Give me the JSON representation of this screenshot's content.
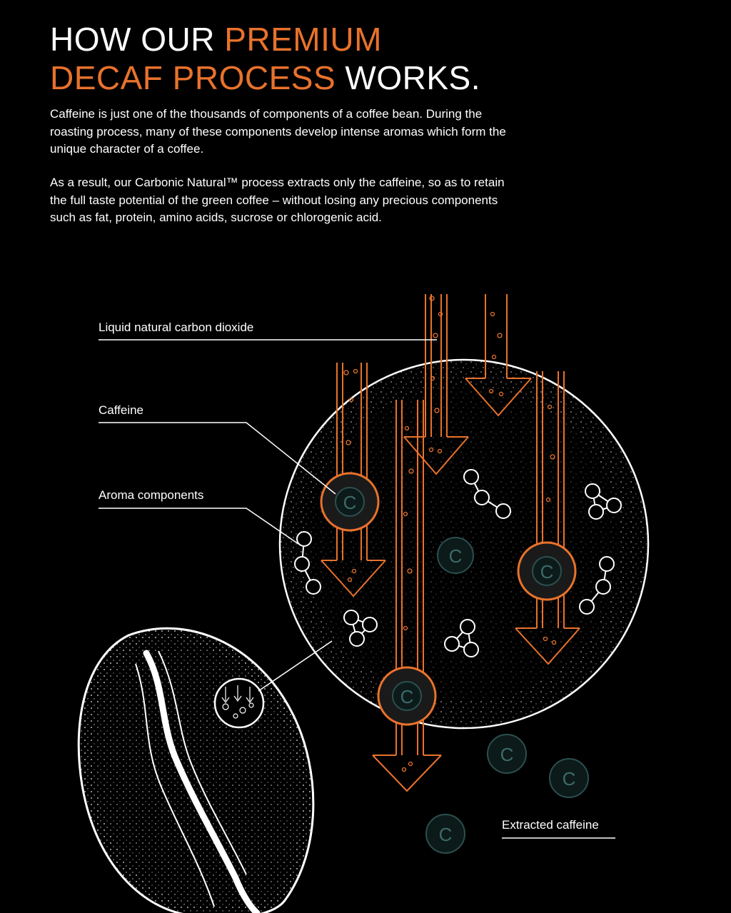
{
  "header": {
    "title_part1": "HOW OUR ",
    "title_accent1": "PREMIUM",
    "title_accent2": "DECAF PROCESS",
    "title_part2": " WORKS."
  },
  "intro": {
    "paragraph1": "Caffeine is just one of the thousands of components of a coffee bean. During the roasting process, many of these components develop intense aromas which form the unique character of a coffee.",
    "paragraph2": "As a result, our Carbonic Natural™ process extracts only the caffeine, so as to retain the full taste potential of the green coffee – without losing any precious components such as fat, protein, amino acids, sucrose or chlorogenic acid."
  },
  "diagram": {
    "labels": {
      "co2": "Liquid natural carbon dioxide",
      "caffeine": "Caffeine",
      "aroma": "Aroma components",
      "extracted": "Extracted caffeine"
    },
    "molecule_letter": "C"
  },
  "colors": {
    "background": "#000000",
    "text": "#ffffff",
    "accent_orange": "#e8722c",
    "caffeine_teal": "#2c4f4f"
  }
}
